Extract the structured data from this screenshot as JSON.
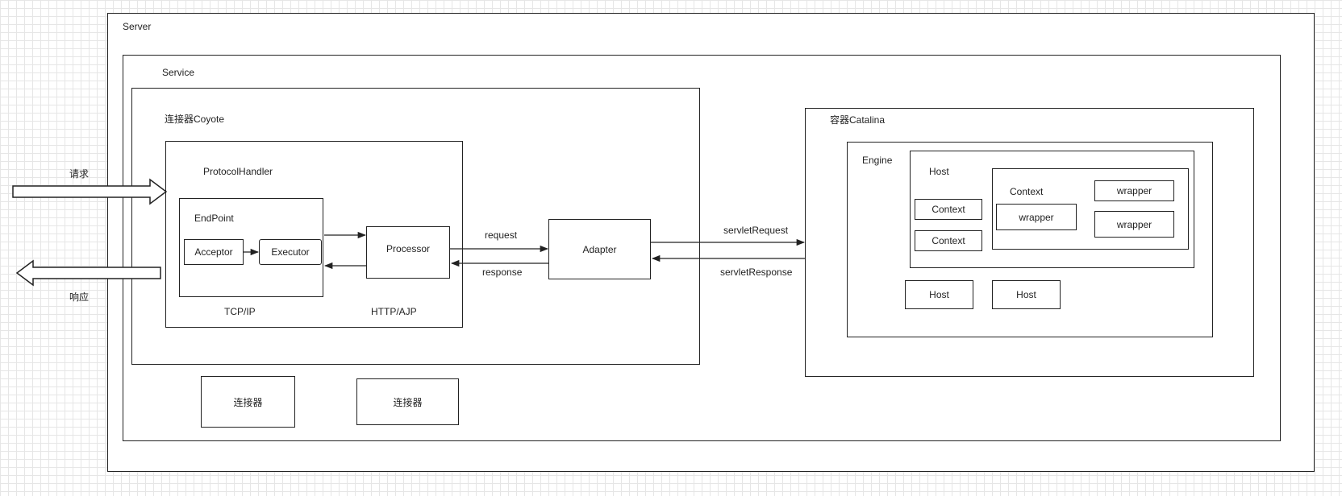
{
  "server": {
    "label": "Server"
  },
  "service": {
    "label": "Service"
  },
  "connector": {
    "label": "连接器Coyote",
    "protocol_handler": "ProtocolHandler",
    "endpoint": "EndPoint",
    "acceptor": "Acceptor",
    "executor": "Executor",
    "processor": "Processor",
    "tcpip": "TCP/IP",
    "httpajp": "HTTP/AJP"
  },
  "adapter": "Adapter",
  "flows": {
    "request_in": "请求",
    "response_out": "响应",
    "request": "request",
    "response": "response",
    "servlet_request": "servletRequest",
    "servlet_response": "servletResponse"
  },
  "container": {
    "label": "容器Catalina",
    "engine": "Engine",
    "host": "Host",
    "context_small_1": "Context",
    "context_small_2": "Context",
    "context": "Context",
    "wrapper_1": "wrapper",
    "wrapper_2": "wrapper",
    "wrapper_3": "wrapper",
    "host_2": "Host",
    "host_3": "Host"
  },
  "extra_connectors": [
    "连接器",
    "连接器"
  ]
}
